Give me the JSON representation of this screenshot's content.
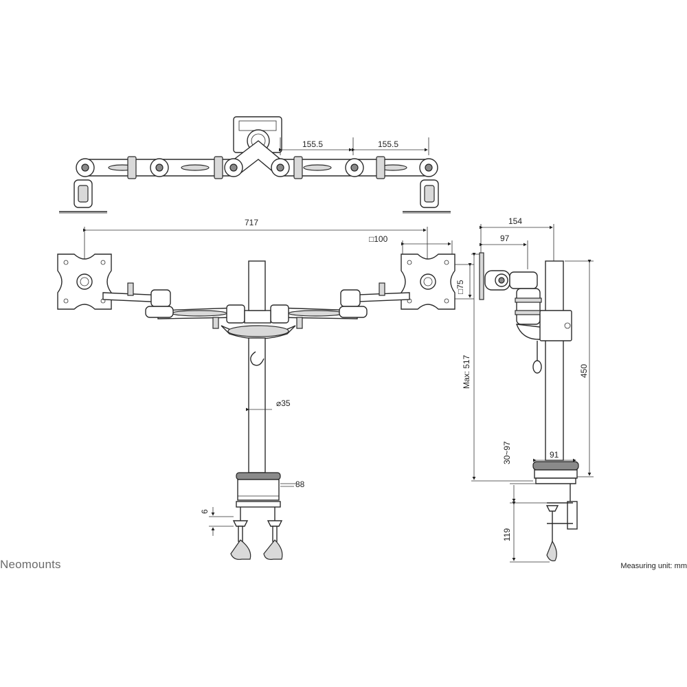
{
  "brand": "Neomounts",
  "measuring_unit": "Measuring unit: mm",
  "dimensions": {
    "arm_segment_left": "155.5",
    "arm_segment_right": "155.5",
    "overall_width": "717",
    "vesa_square": "□100",
    "vesa_small": "□75",
    "pole_diameter": "⌀35",
    "base_width": "88",
    "clamp_min": "6",
    "side_depth": "154",
    "side_arm": "97",
    "max_height": "Max: 517",
    "pole_height": "450",
    "clamp_range": "30~97",
    "base_side": "91",
    "clamp_depth": "119"
  }
}
